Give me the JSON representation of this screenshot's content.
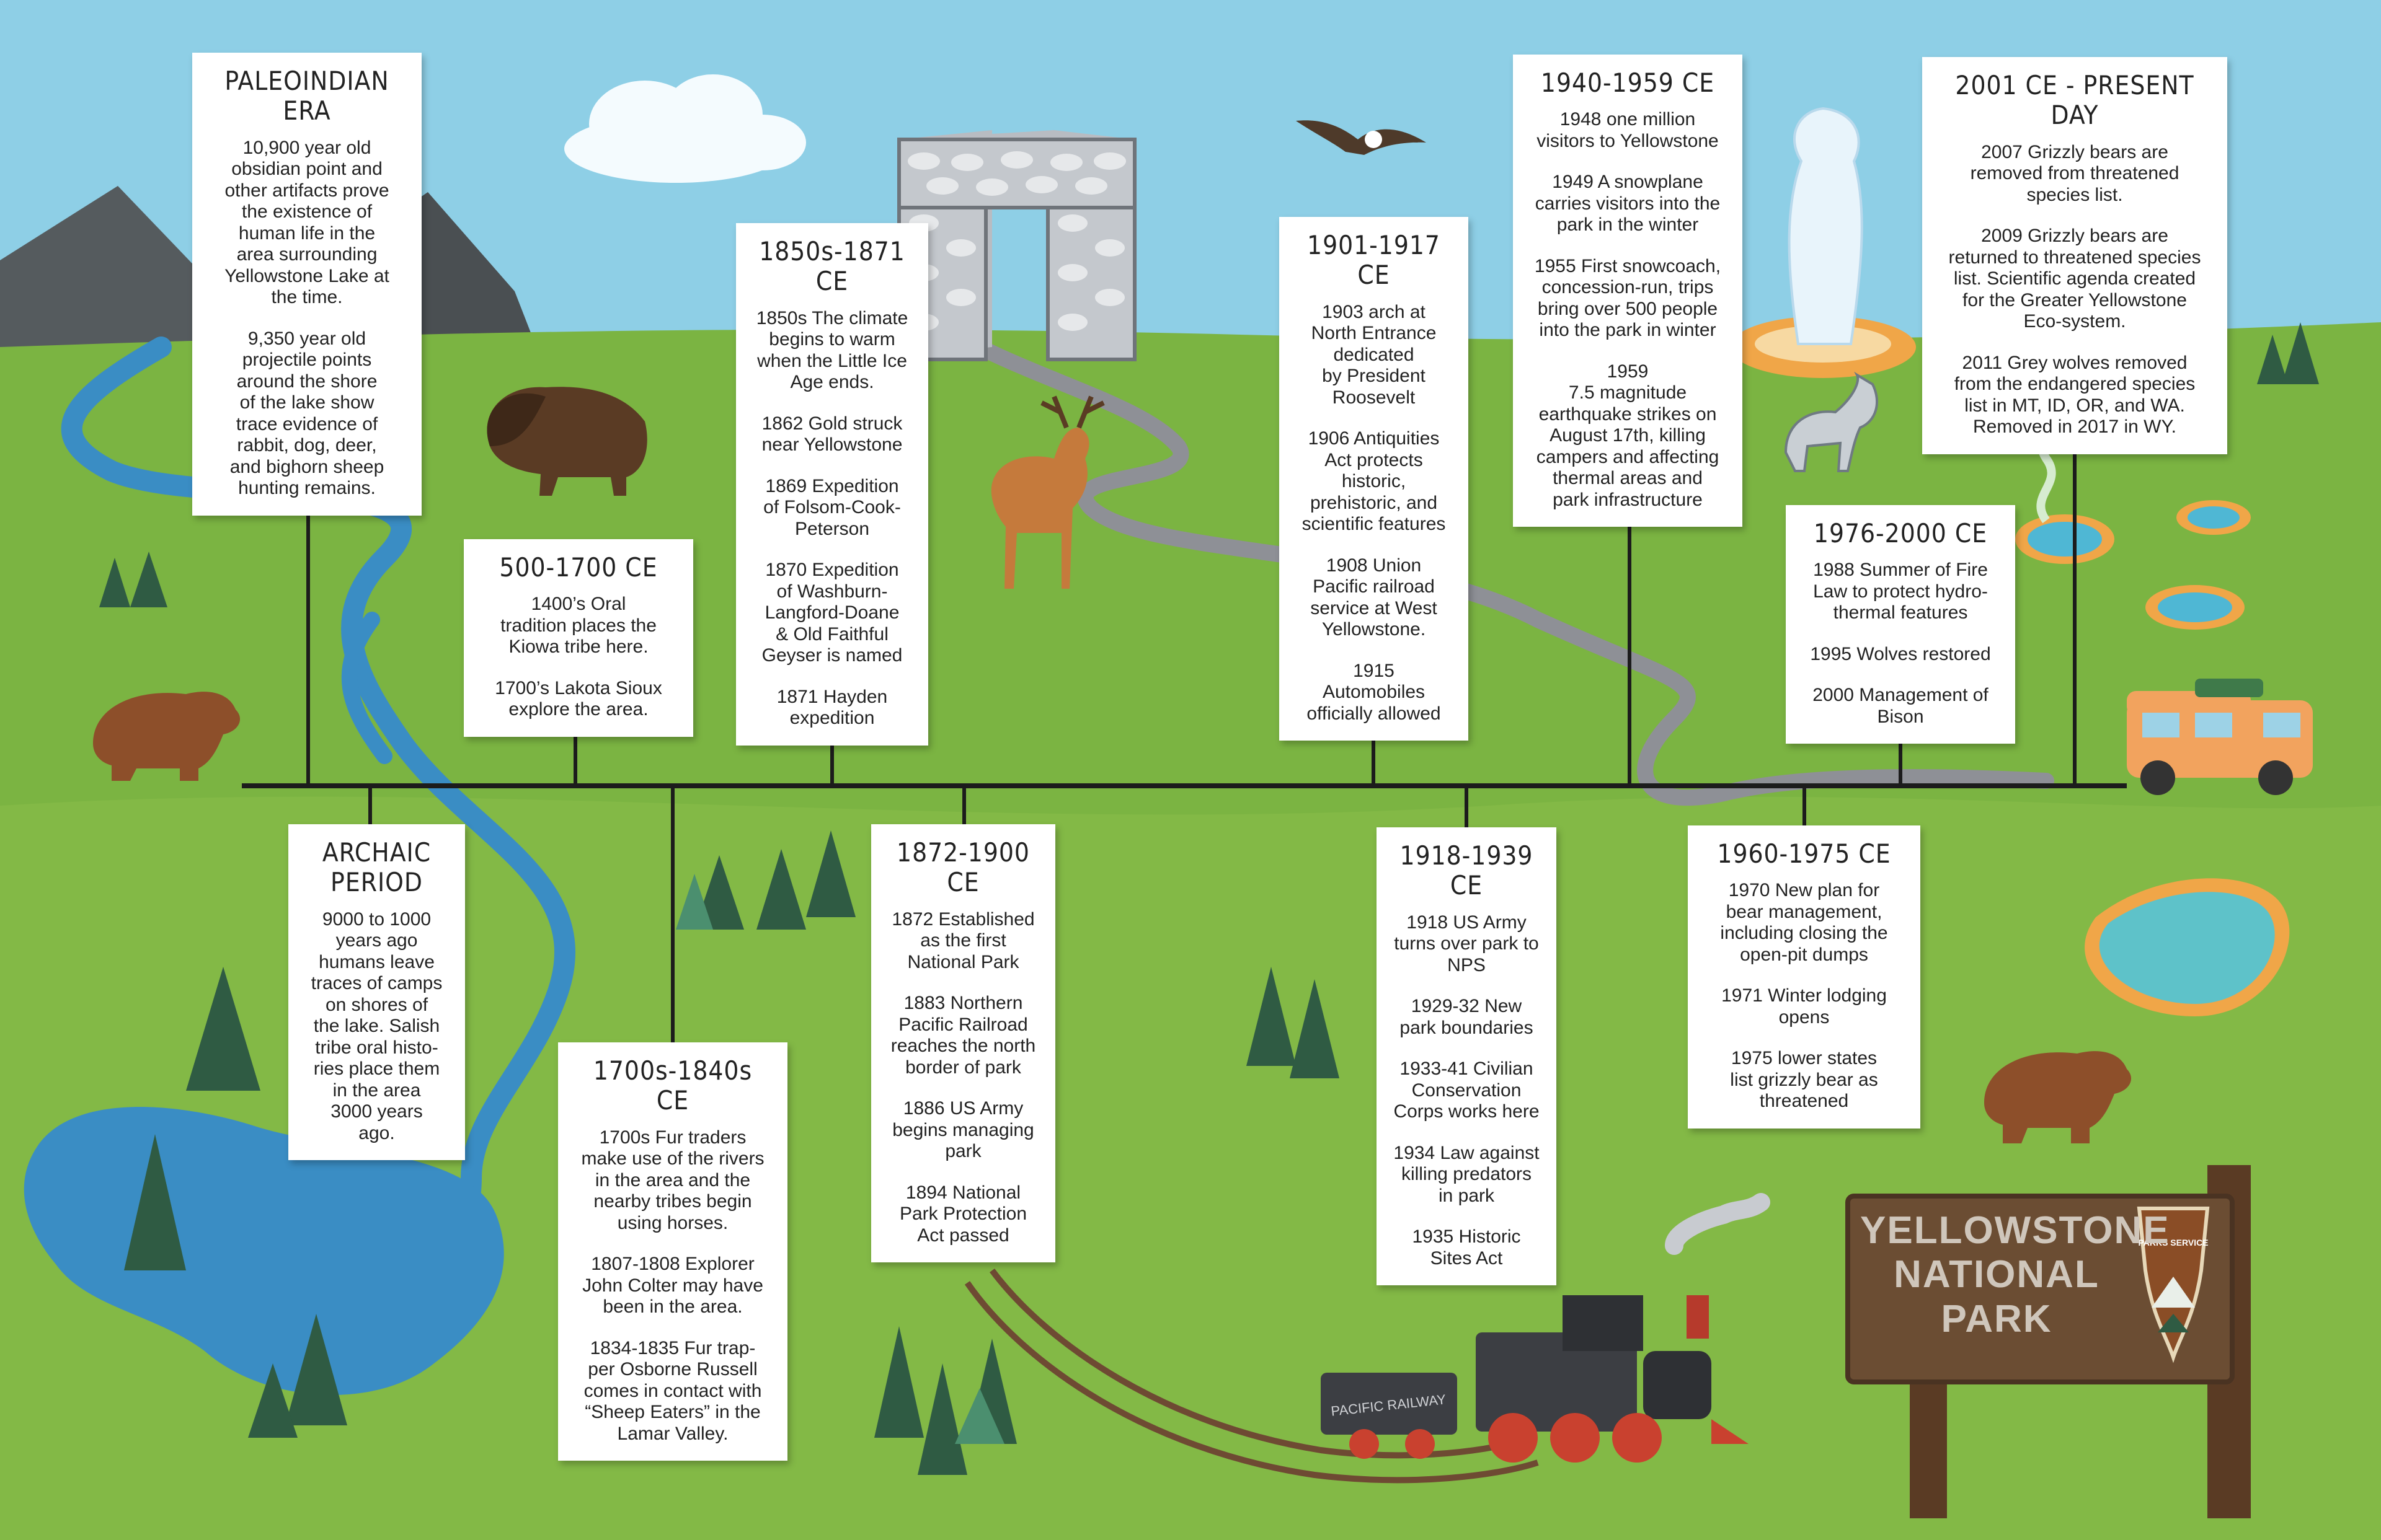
{
  "colors": {
    "sky": "#8ecfe6",
    "grass": "#7bb442",
    "grass_light": "#93c14f",
    "water": "#3a8dc4",
    "timeline": "#1c1c1c",
    "sign_wood": "#6b4d33",
    "sign_text": "#cfc6bb"
  },
  "timeline": {
    "cards": [
      {
        "id": "paleoindian",
        "title": "PALEOINDIAN ERA",
        "entries": [
          "10,900 year old\nobsidian point and\nother artifacts prove\nthe existence of\nhuman life in the\narea surrounding\nYellowstone Lake at\nthe time.",
          "9,350 year old\nprojectile points\naround the shore\nof the lake show\ntrace evidence of\nrabbit, dog, deer,\nand bighorn sheep\nhunting remains."
        ]
      },
      {
        "id": "500-1700",
        "title": "500-1700 CE",
        "entries": [
          "1400’s Oral\ntradition places the\nKiowa tribe here.",
          "1700’s Lakota Sioux\nexplore the area."
        ]
      },
      {
        "id": "1850s-1871",
        "title": "1850s-1871 CE",
        "entries": [
          "1850s The climate\nbegins to warm\nwhen the Little Ice\nAge ends.",
          "1862 Gold struck\nnear Yellowstone",
          "1869 Expedition\nof Folsom-Cook-\nPeterson",
          "1870 Expedition\nof Washburn-\nLangford-Doane\n& Old Faithful\nGeyser is named",
          "1871 Hayden\nexpedition"
        ]
      },
      {
        "id": "1901-1917",
        "title": "1901-1917 CE",
        "entries": [
          "1903 arch at\nNorth Entrance\ndedicated\nby President\nRoosevelt",
          "1906 Antiquities\nAct protects\nhistoric,\nprehistoric, and\nscientific features",
          "1908 Union\nPacific railroad\nservice at West\nYellowstone.",
          "1915\nAutomobiles\nofficially allowed"
        ]
      },
      {
        "id": "1940-1959",
        "title": "1940-1959 CE",
        "entries": [
          "1948 one million\nvisitors to Yellowstone",
          "1949 A snowplane\ncarries visitors into the\npark in the winter",
          "1955 First snowcoach,\nconcession-run, trips\nbring over 500 people\ninto the park in winter",
          "1959\n7.5 magnitude\nearthquake strikes on\nAugust 17th, killing\ncampers and affecting\nthermal areas and\npark infrastructure"
        ]
      },
      {
        "id": "2001-present",
        "title": "2001 CE - PRESENT DAY",
        "entries": [
          "2007 Grizzly bears are\nremoved from threatened\nspecies list.",
          "2009 Grizzly bears are\nreturned to threatened species\nlist. Scientific agenda created\nfor the Greater Yellowstone\nEco-system.",
          "2011 Grey wolves removed\nfrom the endangered species\nlist in MT, ID, OR, and WA.\nRemoved in 2017 in WY."
        ]
      },
      {
        "id": "1976-2000",
        "title": "1976-2000 CE",
        "entries": [
          "1988 Summer of Fire\nLaw to protect hydro-\nthermal features",
          "1995 Wolves restored",
          "2000 Management of\nBison"
        ]
      },
      {
        "id": "archaic",
        "title": "ARCHAIC\nPERIOD",
        "entries": [
          "9000 to 1000\nyears ago\nhumans leave\ntraces of camps\non shores of\nthe lake. Salish\ntribe oral histo-\nries place them\nin the area\n3000 years\nago."
        ]
      },
      {
        "id": "1700s-1840s",
        "title": "1700s-1840s CE",
        "entries": [
          "1700s Fur traders\nmake use of the rivers\nin the area and the\nnearby tribes begin\nusing horses.",
          "1807-1808 Explorer\nJohn Colter may have\nbeen in the area.",
          "1834-1835 Fur trap-\nper Osborne Russell\ncomes in contact with\n“Sheep Eaters” in the\nLamar Valley."
        ]
      },
      {
        "id": "1872-1900",
        "title": "1872-1900 CE",
        "entries": [
          "1872 Established\nas the first\nNational Park",
          "1883 Northern\nPacific Railroad\nreaches the north\nborder of park",
          "1886 US Army\nbegins managing\npark",
          "1894 National\nPark Protection\nAct passed"
        ]
      },
      {
        "id": "1918-1939",
        "title": "1918-1939 CE",
        "entries": [
          "1918 US Army\nturns over park to\nNPS",
          "1929-32 New\npark boundaries",
          "1933-41 Civilian\nConservation\nCorps works here",
          "1934 Law against\nkilling predators\nin park",
          "1935 Historic\nSites Act"
        ]
      },
      {
        "id": "1960-1975",
        "title": "1960-1975 CE",
        "entries": [
          "1970 New plan for\nbear management,\nincluding closing the\nopen-pit dumps",
          "1971 Winter lodging\nopens",
          "1975 lower states\nlist grizzly bear as\nthreatened"
        ]
      }
    ]
  },
  "sign": {
    "title": "YELLOWSTONE\nNATIONAL\nPARK",
    "badge_text": "PARKS SERVICE"
  },
  "train": {
    "label": "PACIFIC RAILWAY"
  },
  "icons": [
    "mountain",
    "bison",
    "bear",
    "deer",
    "eagle",
    "geyser",
    "wolf",
    "arch",
    "camper-van",
    "train",
    "tree",
    "lake",
    "river",
    "road",
    "hot-spring",
    "cloud",
    "park-sign",
    "arrowhead-badge"
  ]
}
